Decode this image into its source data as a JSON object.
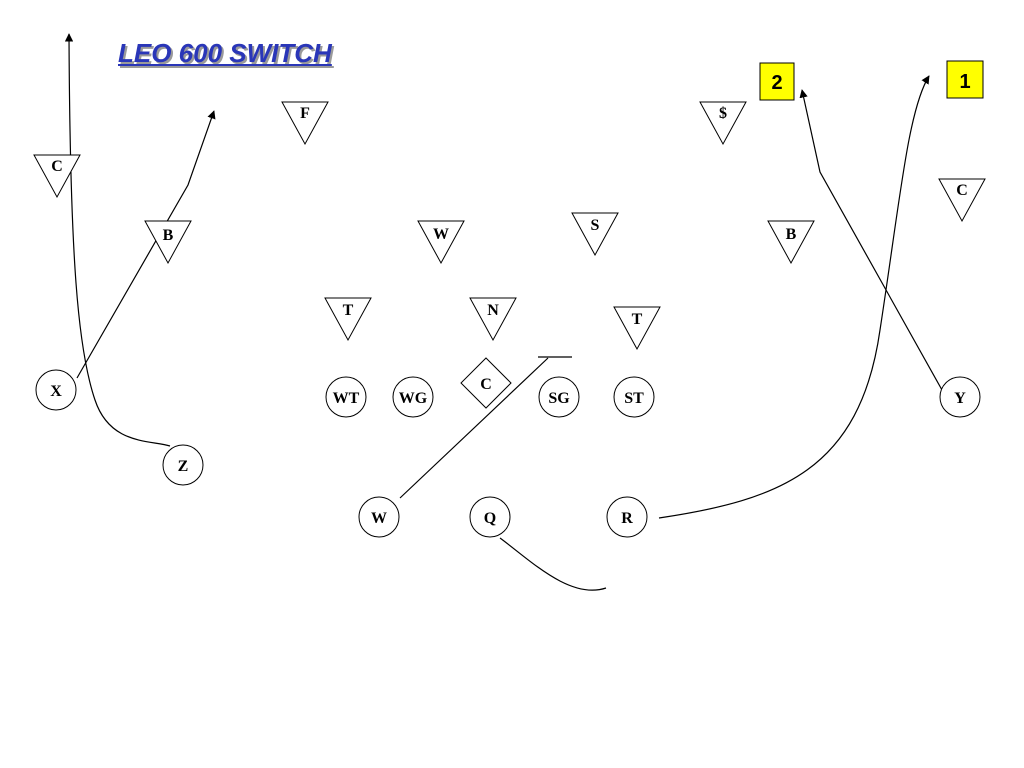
{
  "title": "LEO 600 SWITCH",
  "colors": {
    "title": "#2a36b8",
    "label_box": "#ffff00"
  },
  "labels": {
    "l1": "1",
    "l2": "2"
  },
  "defense": {
    "c_left": "C",
    "f": "F",
    "dollar": "$",
    "c_right": "C",
    "b_left": "B",
    "w": "W",
    "s": "S",
    "b_right": "B",
    "t_left": "T",
    "n": "N",
    "t_right": "T"
  },
  "offense": {
    "x": "X",
    "wt": "WT",
    "wg": "WG",
    "c": "C",
    "sg": "SG",
    "st": "ST",
    "y": "Y",
    "z": "Z",
    "w": "W",
    "q": "Q",
    "r": "R"
  }
}
